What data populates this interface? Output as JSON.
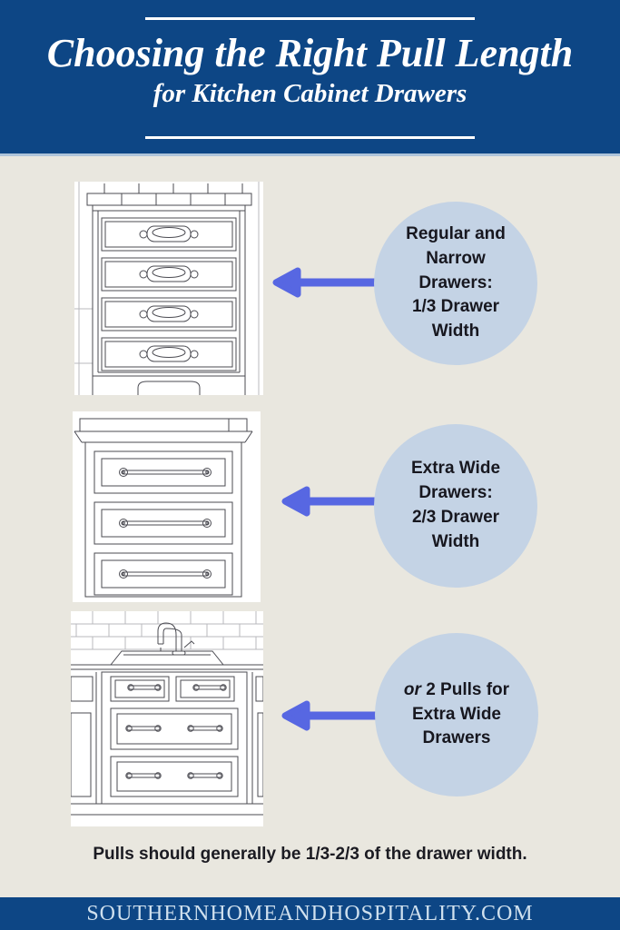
{
  "colors": {
    "header_bg": "#0d4685",
    "body_bg": "#e9e7df",
    "panel_bg": "#ffffff",
    "circle_bg": "#c4d3e5",
    "arrow": "#5767e2",
    "title_text": "#ffffff",
    "note_text": "#1b1b22",
    "footer_text": "#cfe0ee",
    "header_divider": "#aec4da"
  },
  "header": {
    "title": "Choosing the Right Pull Length",
    "subtitle": "for Kitchen Cabinet Drawers"
  },
  "icons": {
    "arrow": "left-arrow-icon"
  },
  "rows": [
    {
      "illustration": "four-drawer-cabinet-with-cup-pulls",
      "callout": "Regular and\nNarrow\nDrawers:\n1/3 Drawer\nWidth"
    },
    {
      "illustration": "three-wide-drawers-with-long-bar-pulls",
      "callout": "Extra Wide\nDrawers:\n2/3 Drawer\nWidth"
    },
    {
      "illustration": "sink-base-cabinet-with-two-pulls-per-drawer",
      "callout_italic_prefix": "or",
      "callout": " 2 Pulls for\nExtra Wide\nDrawers"
    }
  ],
  "note": "Pulls should generally be 1/3-2/3 of the drawer width.",
  "footer": {
    "website": "SOUTHERNHOMEANDHOSPITALITY.COM"
  }
}
